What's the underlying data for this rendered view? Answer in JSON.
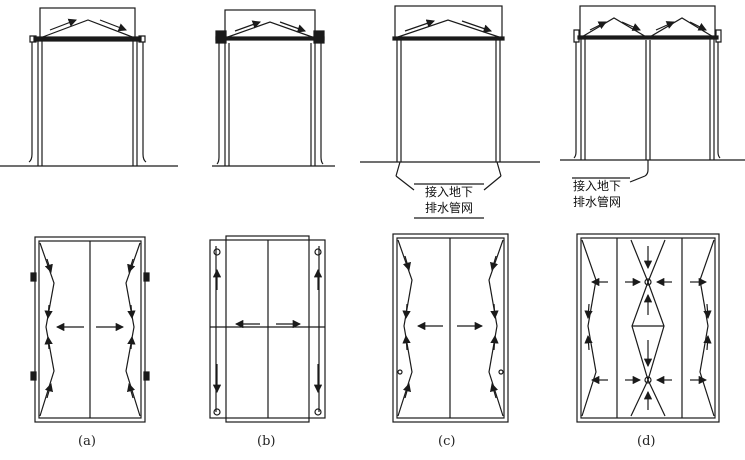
{
  "captions": [
    "(a)",
    "(b)",
    "(c)",
    "(d)"
  ],
  "annotation": {
    "line1": "接入地下",
    "line2": "排水管网"
  },
  "colors": {
    "ink": "#1a1a1a",
    "background": "#ffffff"
  }
}
